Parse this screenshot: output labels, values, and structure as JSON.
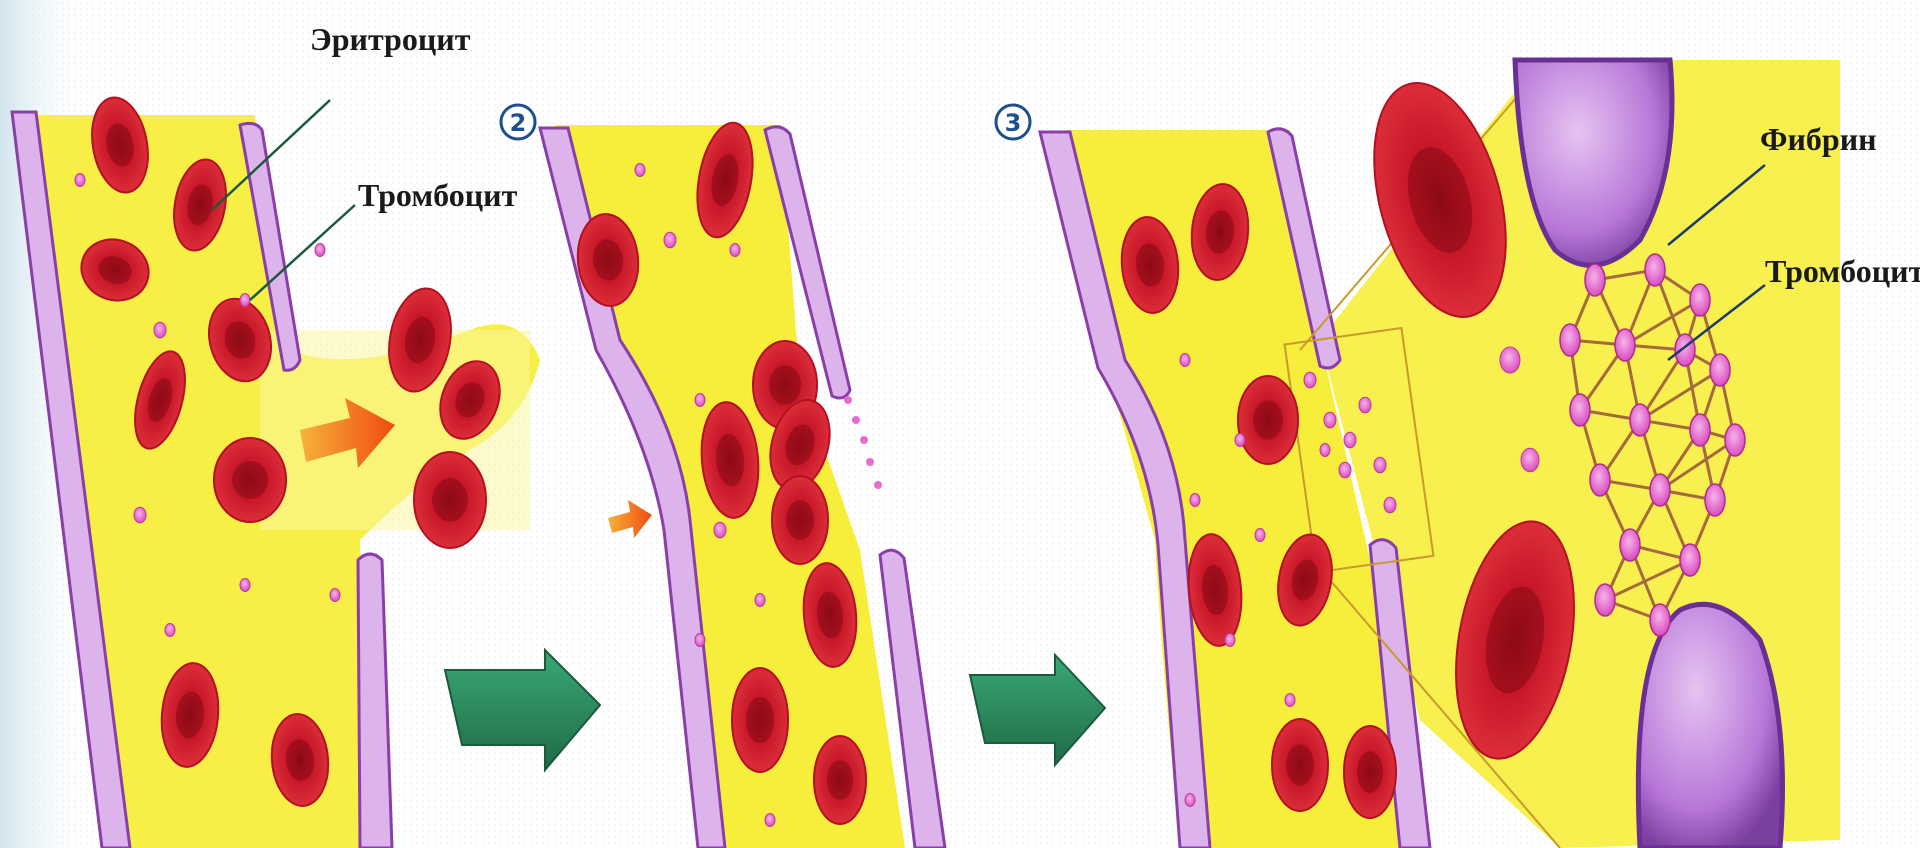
{
  "labels": {
    "erythrocyte": "Эритроцит",
    "thrombocyte_1": "Тромбоцит",
    "fibrin": "Фибрин",
    "thrombocyte_2": "Тромбоцит"
  },
  "stages": {
    "stage2": "2",
    "stage3": "3"
  },
  "colors": {
    "plasma": "#f7ee3c",
    "wall": "#d9a6e6",
    "wall_outline": "#8a3fa8",
    "rbc": "#d41c2a",
    "rbc_center": "#a50f1c",
    "platelet": "#e86bd2",
    "fibrin": "#a56a3a",
    "arrow_orange": "#f0741e",
    "arrow_green": "#2e8a5c",
    "vessel_end": "#b877d8"
  }
}
